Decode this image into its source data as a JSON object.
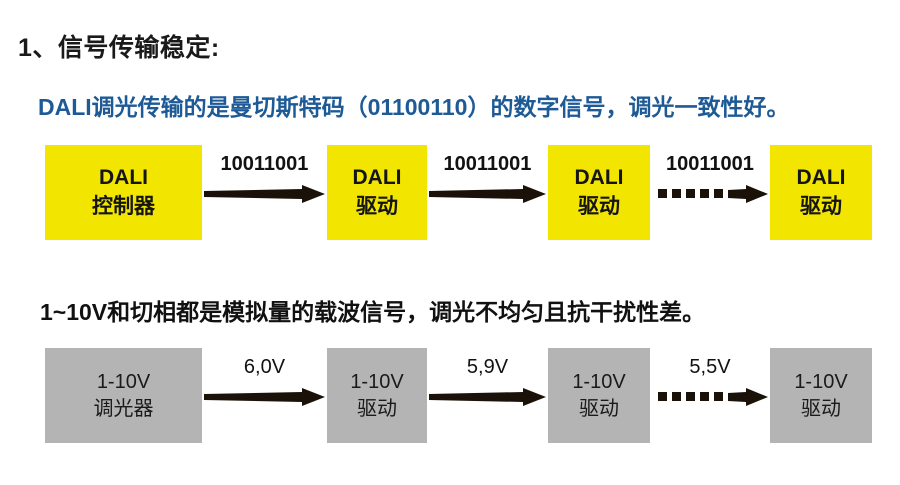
{
  "slide": {
    "background_color": "#ffffff",
    "section_title": "1、信号传输稳定:",
    "dali": {
      "description": "DALI调光传输的是曼切斯特码（01100110）的数字信号，调光一致性好。",
      "description_color": "#1d5a96",
      "box_color": "#f2e500",
      "nodes": [
        {
          "line1": "DALI",
          "line2": "控制器"
        },
        {
          "line1": "DALI",
          "line2": "驱动"
        },
        {
          "line1": "DALI",
          "line2": "驱动"
        },
        {
          "line1": "DALI",
          "line2": "驱动"
        }
      ],
      "connectors": [
        {
          "label": "10011001",
          "style": "solid"
        },
        {
          "label": "10011001",
          "style": "solid"
        },
        {
          "label": "10011001",
          "style": "dashed"
        }
      ]
    },
    "analog": {
      "description": "1~10V和切相都是模拟量的载波信号，调光不均匀且抗干扰性差。",
      "description_color": "#111111",
      "box_color": "#b4b4b4",
      "nodes": [
        {
          "line1": "1-10V",
          "line2": "调光器"
        },
        {
          "line1": "1-10V",
          "line2": "驱动"
        },
        {
          "line1": "1-10V",
          "line2": "驱动"
        },
        {
          "line1": "1-10V",
          "line2": "驱动"
        }
      ],
      "connectors": [
        {
          "label": "6,0V",
          "style": "solid"
        },
        {
          "label": "5,9V",
          "style": "solid"
        },
        {
          "label": "5,5V",
          "style": "dashed"
        }
      ]
    }
  }
}
